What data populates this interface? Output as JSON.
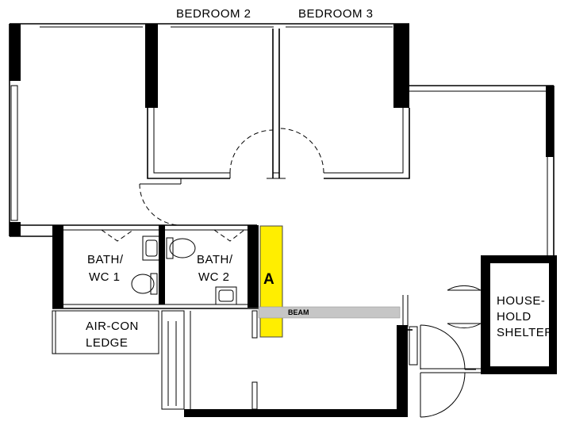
{
  "rooms": {
    "bedroom2": "BEDROOM 2",
    "bedroom3": "BEDROOM 3",
    "bath1_line1": "BATH/",
    "bath1_line2": "WC 1",
    "bath2_line1": "BATH/",
    "bath2_line2": "WC 2",
    "aircon_line1": "AIR-CON",
    "aircon_line2": "LEDGE",
    "shelter_line1": "HOUSE-",
    "shelter_line2": "HOLD",
    "shelter_line3": "SHELTER"
  },
  "markers": {
    "column_label": "A",
    "beam_label": "BEAM"
  },
  "colors": {
    "column_fill": "#ffee00",
    "column_label": "#e00000",
    "beam_fill": "#c6c6c6"
  }
}
